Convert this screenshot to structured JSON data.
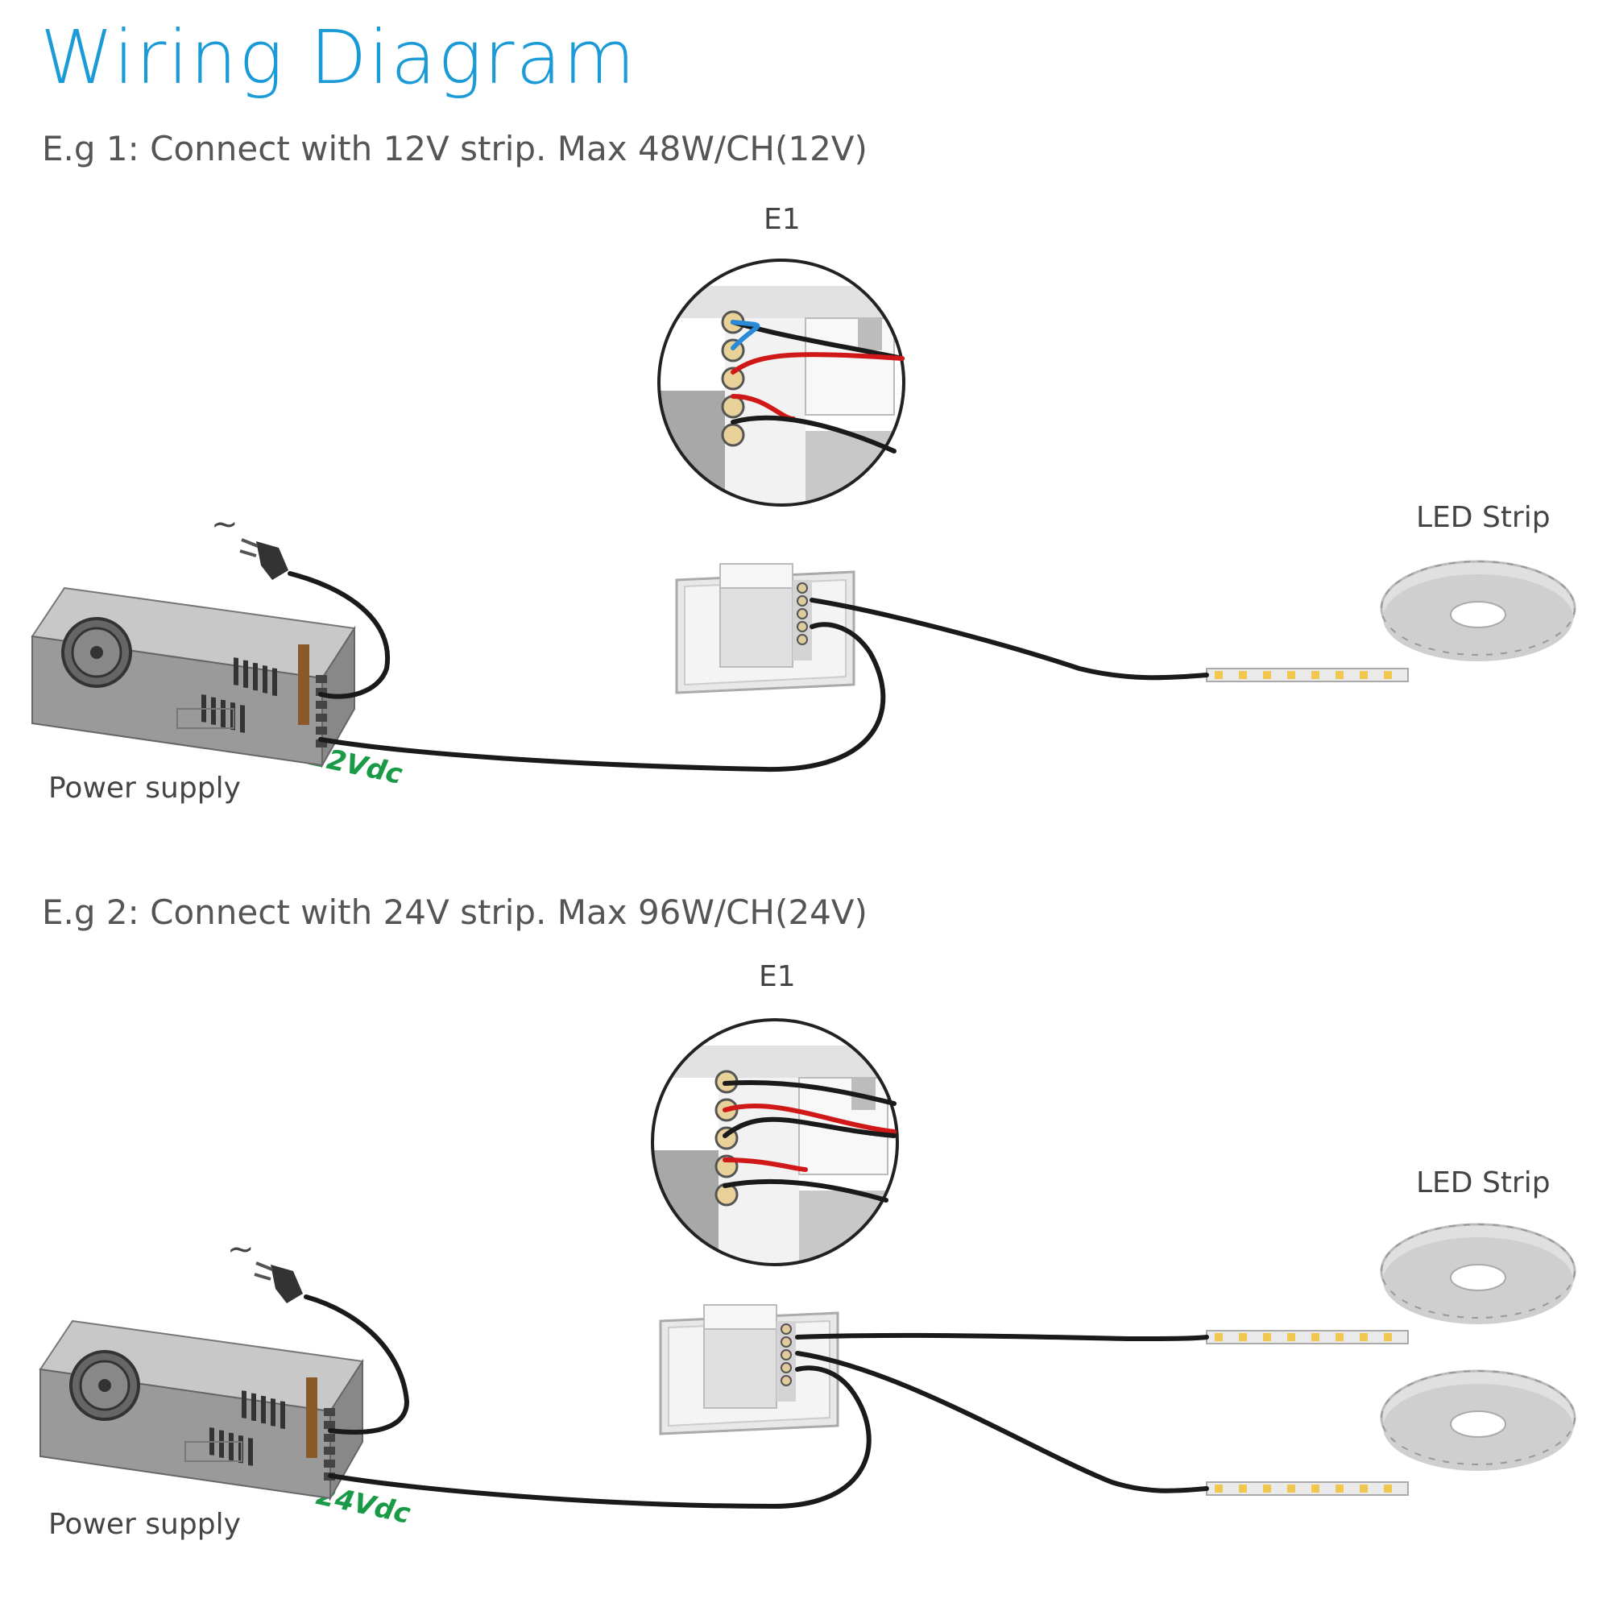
{
  "title": "Wiring Diagram",
  "colors": {
    "title": "#1a9ad6",
    "voltage": "#1a9a46",
    "wire": "#1a1a1a",
    "red_wire": "#d01818",
    "blue_wire": "#2a8ad8"
  },
  "sections": [
    {
      "caption": "E.g 1: Connect with 12V strip. Max 48W/CH(12V)",
      "controller_label": "E1",
      "strip_label": "LED Strip",
      "psu_label": "Power supply",
      "voltage": "12Vdc",
      "ac_symbol": "~"
    },
    {
      "caption": "E.g 2: Connect with 24V strip. Max 96W/CH(24V)",
      "controller_label": "E1",
      "strip_label": "LED Strip",
      "psu_label": "Power supply",
      "voltage": "24Vdc",
      "ac_symbol": "~"
    }
  ]
}
